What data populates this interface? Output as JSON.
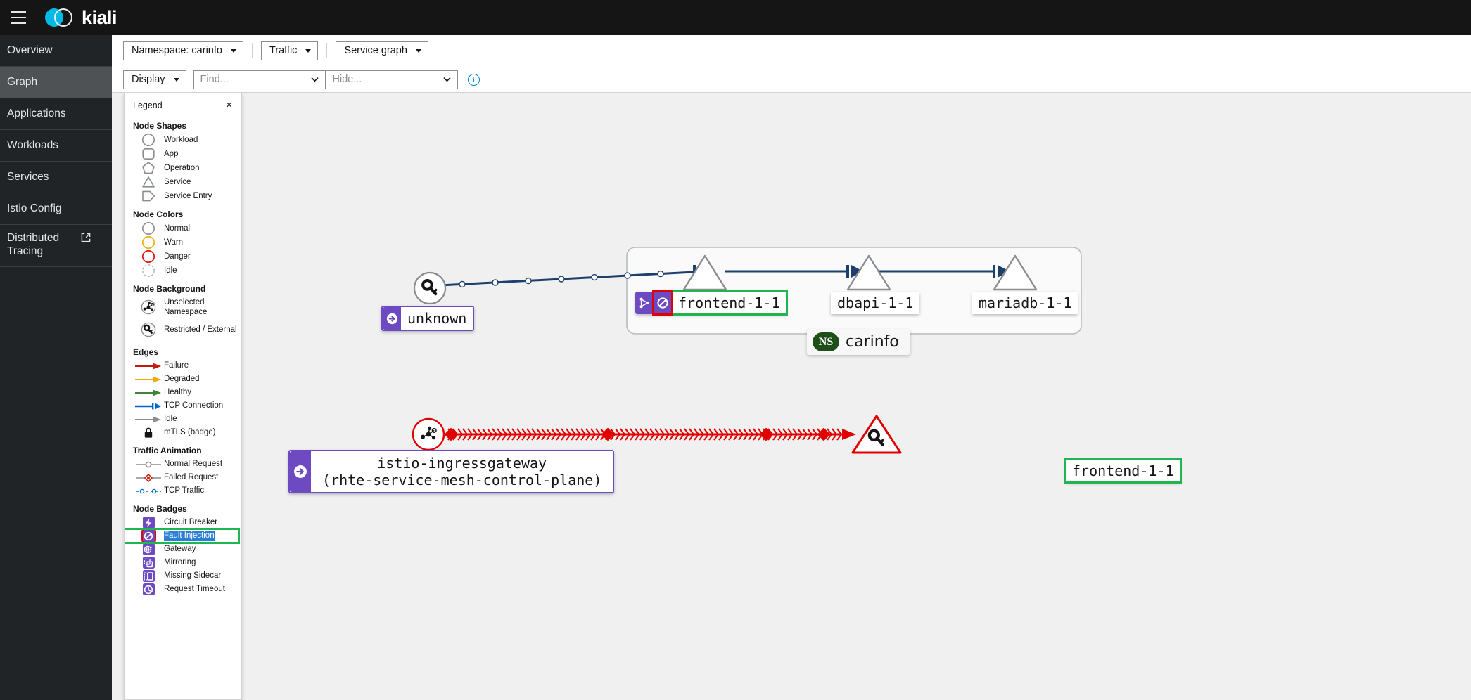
{
  "masthead": {
    "menu_icon": "hamburger-icon",
    "brand": "kiali"
  },
  "sidebar": {
    "items": [
      {
        "label": "Overview",
        "active": false,
        "external": false
      },
      {
        "label": "Graph",
        "active": true,
        "external": false
      },
      {
        "label": "Applications",
        "active": false,
        "external": false
      },
      {
        "label": "Workloads",
        "active": false,
        "external": false
      },
      {
        "label": "Services",
        "active": false,
        "external": false
      },
      {
        "label": "Istio Config",
        "active": false,
        "external": false
      },
      {
        "label": "Distributed Tracing",
        "active": false,
        "external": true
      }
    ]
  },
  "toolbar": {
    "namespace_label": "Namespace:  carinfo",
    "traffic_label": "Traffic",
    "graph_type_label": "Service graph",
    "display_label": "Display",
    "find_placeholder": "Find...",
    "find_value": "",
    "hide_placeholder": "Hide...",
    "hide_value": "",
    "info_label": "i"
  },
  "legend": {
    "title": "Legend",
    "close": "×",
    "sections": [
      {
        "heading": "Node Shapes",
        "rows": [
          {
            "label": "Workload",
            "shape": "circle"
          },
          {
            "label": "App",
            "shape": "rounded-square"
          },
          {
            "label": "Operation",
            "shape": "pentagon"
          },
          {
            "label": "Service",
            "shape": "triangle"
          },
          {
            "label": "Service Entry",
            "shape": "service-entry"
          }
        ]
      },
      {
        "heading": "Node Colors",
        "rows": [
          {
            "label": "Normal",
            "shape": "circle",
            "color": "#8a8d90"
          },
          {
            "label": "Warn",
            "shape": "circle",
            "color": "#f0ab00"
          },
          {
            "label": "Danger",
            "shape": "circle",
            "color": "#e10000"
          },
          {
            "label": "Idle",
            "shape": "circle-dashed",
            "color": "#b8bbbe"
          }
        ]
      },
      {
        "heading": "Node Background",
        "rows": [
          {
            "label": "Unselected Namespace",
            "shape": "badge-unselected-ns"
          },
          {
            "label": "Restricted / External",
            "shape": "badge-key"
          }
        ]
      },
      {
        "heading": "Edges",
        "rows": [
          {
            "label": "Failure",
            "shape": "arrow",
            "color": "#c9190b"
          },
          {
            "label": "Degraded",
            "shape": "arrow",
            "color": "#f0ab00"
          },
          {
            "label": "Healthy",
            "shape": "arrow",
            "color": "#3e8635"
          },
          {
            "label": "TCP Connection",
            "shape": "arrow-tcp",
            "color": "#06c"
          },
          {
            "label": "Idle",
            "shape": "arrow",
            "color": "#8a8d90"
          },
          {
            "label": "mTLS (badge)",
            "shape": "lock",
            "color": "#151515"
          }
        ]
      },
      {
        "heading": "Traffic Animation",
        "rows": [
          {
            "label": "Normal Request",
            "shape": "anim-normal",
            "color": "#8a8d90"
          },
          {
            "label": "Failed Request",
            "shape": "anim-failed",
            "color": "#c9190b"
          },
          {
            "label": "TCP Traffic",
            "shape": "anim-tcp",
            "color": "#06c"
          }
        ]
      },
      {
        "heading": "Node Badges",
        "rows": [
          {
            "label": "Circuit Breaker",
            "shape": "badge-bolt",
            "color": "#6e4ac2"
          },
          {
            "label": "Fault Injection",
            "shape": "badge-fault",
            "color": "#6e4ac2",
            "highlighted": true,
            "selected": true
          },
          {
            "label": "Gateway",
            "shape": "badge-gateway",
            "color": "#6e4ac2"
          },
          {
            "label": "Mirroring",
            "shape": "badge-mirroring",
            "color": "#6e4ac2"
          },
          {
            "label": "Missing Sidecar",
            "shape": "badge-sidecar",
            "color": "#6e4ac2"
          },
          {
            "label": "Request Timeout",
            "shape": "badge-timeout",
            "color": "#6e4ac2"
          }
        ]
      }
    ]
  },
  "graph": {
    "namespace_box_label": "carinfo",
    "namespace_box_abbrev": "NS",
    "nodes": [
      {
        "id": "unknown",
        "label": "unknown",
        "shape": "circle",
        "icon": "key-icon",
        "badges": [
          "gateway-arrow-icon"
        ],
        "state": "normal"
      },
      {
        "id": "frontend-top",
        "label": "frontend-1-1",
        "shape": "triangle",
        "badges": [
          "virtual-service-icon",
          "fault-injection-icon"
        ],
        "state": "normal",
        "label_highlight": "green",
        "badge_highlight": "red"
      },
      {
        "id": "dbapi",
        "label": "dbapi-1-1",
        "shape": "triangle",
        "badges": [],
        "state": "normal"
      },
      {
        "id": "mariadb",
        "label": "mariadb-1-1",
        "shape": "triangle",
        "badges": [],
        "state": "normal"
      },
      {
        "id": "istio-ingressgateway",
        "label_line1": "istio-ingressgateway",
        "label_line2": "(rhte-service-mesh-control-plane)",
        "shape": "circle",
        "icon": "unselected-namespace-icon",
        "badges": [
          "gateway-arrow-icon"
        ],
        "state": "danger"
      },
      {
        "id": "frontend-bottom",
        "label": "frontend-1-1",
        "shape": "triangle",
        "icon": "key-icon",
        "state": "danger",
        "label_highlight": "green"
      }
    ],
    "edges": [
      {
        "from": "unknown",
        "to": "frontend-top",
        "type": "tcp"
      },
      {
        "from": "frontend-top",
        "to": "dbapi",
        "type": "tcp"
      },
      {
        "from": "dbapi",
        "to": "mariadb",
        "type": "tcp"
      },
      {
        "from": "istio-ingressgateway",
        "to": "frontend-bottom",
        "type": "failure"
      }
    ]
  },
  "colors": {
    "brand_cyan": "#00b9e4",
    "tcp_edge": "#1c3f6e",
    "failure_edge": "#e10000",
    "badge_purple": "#6e4ac2",
    "highlight_green": "#21b552",
    "highlight_red": "#e10000",
    "selection_blue": "#2a7fd4",
    "ns_green": "#1e4f18"
  }
}
